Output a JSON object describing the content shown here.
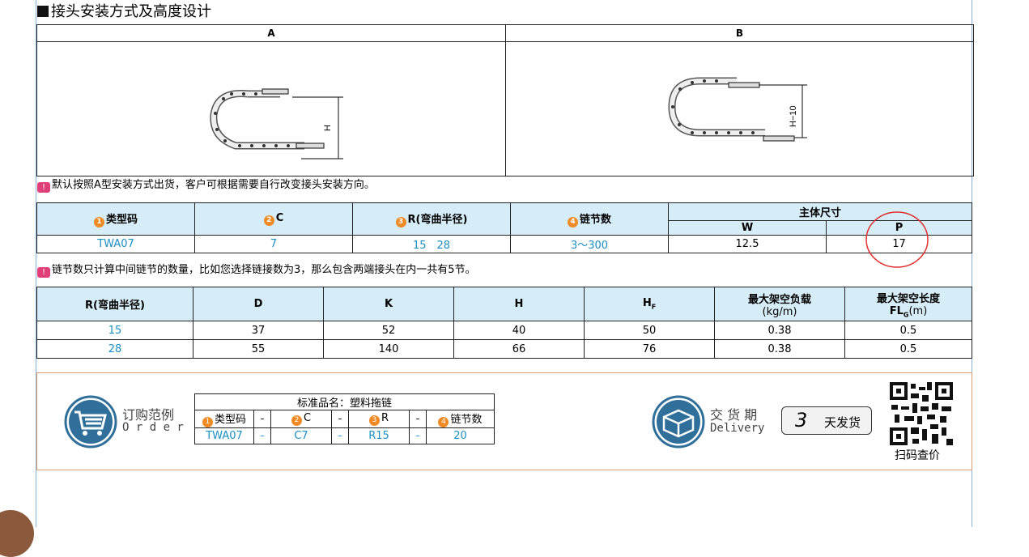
{
  "section_title": "接头安装方式及高度设计",
  "diagram": {
    "col_a": "A",
    "col_b": "B",
    "label_h": "H",
    "label_h10": "H−10"
  },
  "note1": "默认按照A型安装方式出货，客户可根据需要自行改变接头安装方向。",
  "spec_table": {
    "headers": {
      "type_code": "类型码",
      "c": "C",
      "r": "R(弯曲半径)",
      "links": "链节数",
      "main_dim": "主体尺寸",
      "w": "W",
      "p": "P"
    },
    "nums": [
      "1",
      "2",
      "3",
      "4"
    ],
    "row": {
      "type_code": "TWA07",
      "c": "7",
      "r": "15　28",
      "links": "3～300",
      "w": "12.5",
      "p": "17"
    }
  },
  "note2": "链节数只计算中间链节的数量，比如您选择链接数为3，那么包含两端接头在内一共有5节。",
  "dim_table": {
    "headers": {
      "r": "R(弯曲半径)",
      "d": "D",
      "k": "K",
      "h": "H",
      "hf": "H",
      "hf_sub": "F",
      "load": "最大架空负载",
      "load_unit": "(kg/m)",
      "len": "最大架空长度",
      "len_main": "FL",
      "len_sub": "G",
      "len_unit": "(m)"
    },
    "rows": [
      {
        "r": "15",
        "d": "37",
        "k": "52",
        "h": "40",
        "hf": "50",
        "load": "0.38",
        "len": "0.5"
      },
      {
        "r": "28",
        "d": "55",
        "k": "140",
        "h": "66",
        "hf": "76",
        "load": "0.38",
        "len": "0.5"
      }
    ]
  },
  "order": {
    "title": "订购范例",
    "title_en": "O r d e r",
    "std_name": "标准品名：塑料拖链",
    "h_type": "类型码",
    "h_c": "C",
    "h_r": "R",
    "h_links": "链节数",
    "dash": "-",
    "v_type": "TWA07",
    "v_c": "C7",
    "v_r": "R15",
    "v_links": "20"
  },
  "delivery": {
    "title": "交 货 期",
    "title_en": "Delivery",
    "days_num": "3",
    "days_text": "天发货"
  },
  "qr_label": "扫码查价"
}
